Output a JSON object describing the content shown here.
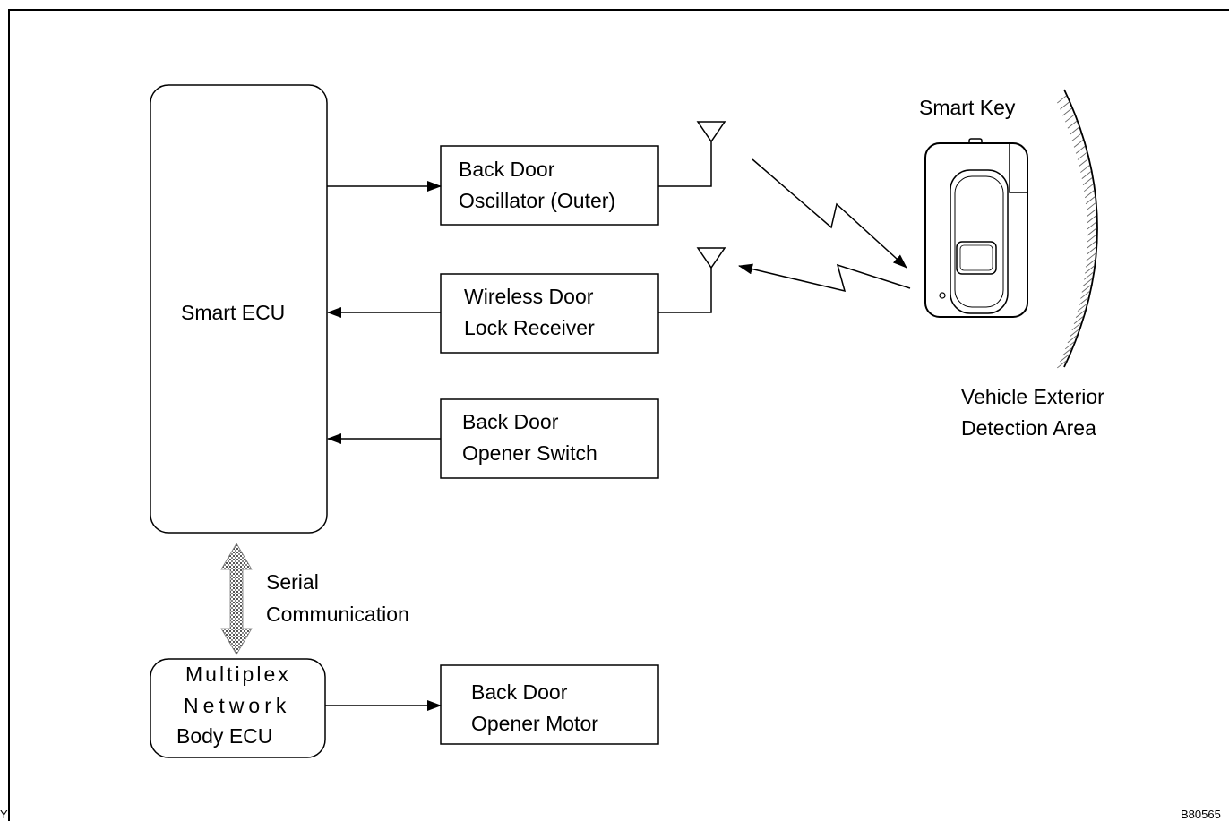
{
  "smart_ecu": "Smart ECU",
  "oscillator": [
    "Back Door",
    "Oscillator (Outer)"
  ],
  "receiver": [
    "Wireless Door",
    "Lock Receiver"
  ],
  "opener_switch": [
    "Back Door",
    "Opener Switch"
  ],
  "opener_motor": [
    "Back Door",
    "Opener Motor"
  ],
  "body_ecu": [
    "Multiplex",
    "Network",
    "Body ECU"
  ],
  "serial": [
    "Serial",
    "Communication"
  ],
  "smart_key": "Smart Key",
  "detection_area": [
    "Vehicle Exterior",
    "Detection Area"
  ],
  "corner_left": "Y",
  "corner_right": "B80565"
}
